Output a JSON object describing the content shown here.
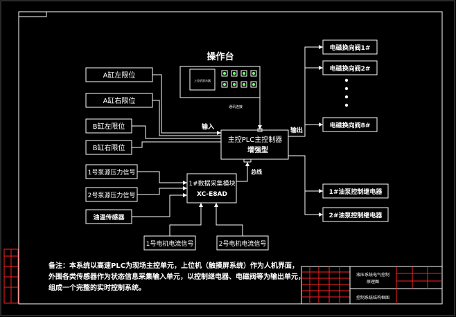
{
  "console": {
    "title": "操作台",
    "screen_label": "上位机显示器"
  },
  "inputs": [
    "A缸左限位",
    "A缸右限位",
    "B缸左限位",
    "B缸右限位"
  ],
  "labels": {
    "input": "输入",
    "output": "输出",
    "bus": "总线",
    "console_link": "通讯连接"
  },
  "plc": {
    "title": "主控PLC主控制器",
    "subtitle": "增强型"
  },
  "outputs": [
    "电磁换向阀1#",
    "电磁换向阀2#",
    "电磁换向阀8#",
    "1#油泵控制继电器",
    "2#油泵控制继电器"
  ],
  "module": {
    "title": "1#数据采集模块",
    "model": "XC-E8AD"
  },
  "sensors": [
    "1号泵源压力信号",
    "2号泵源压力信号",
    "油温传感器"
  ],
  "motors": [
    "1号电机电流信号",
    "2号电机电流信号"
  ],
  "notes": [
    "备注：本系统以高速PLC为现场主控单元，上位机（触摸屏系统）作为人机界面，",
    "外围各类传感器作为状态信息采集输入单元，以控制继电器、电磁阀等为输出单元，",
    "组成一个完整的实时控制系统。"
  ],
  "title_block": {
    "name_line1": "液压系统电气控制",
    "name_line2": "原理图",
    "drawing_name": "控制系统结构框图"
  }
}
